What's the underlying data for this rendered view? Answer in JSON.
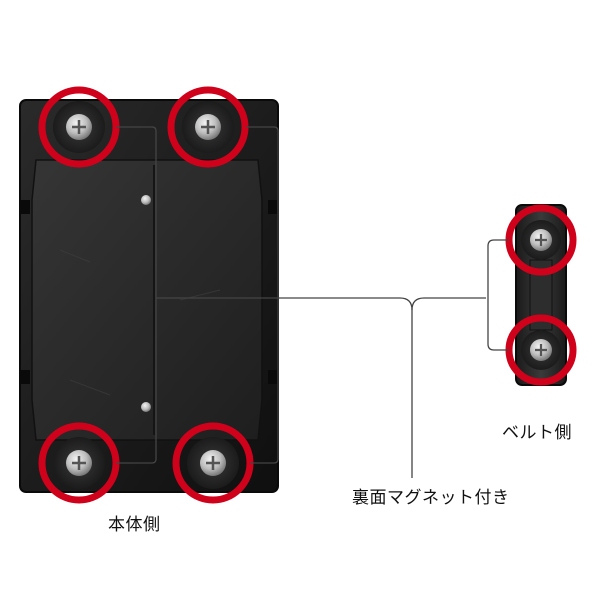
{
  "labels": {
    "body_side": "本体側",
    "back_magnet": "裏面マグネット付き",
    "belt_side": "ベルト側"
  },
  "colors": {
    "highlight_ring": "#d0021b",
    "device_body": "#1b1b1b",
    "plate": "#2a2a2a",
    "screw_silver": "#c9c9c9",
    "callout_line": "#444444"
  },
  "icons": {
    "screw": "phillips-screw-icon",
    "ring": "red-circle-highlight"
  }
}
